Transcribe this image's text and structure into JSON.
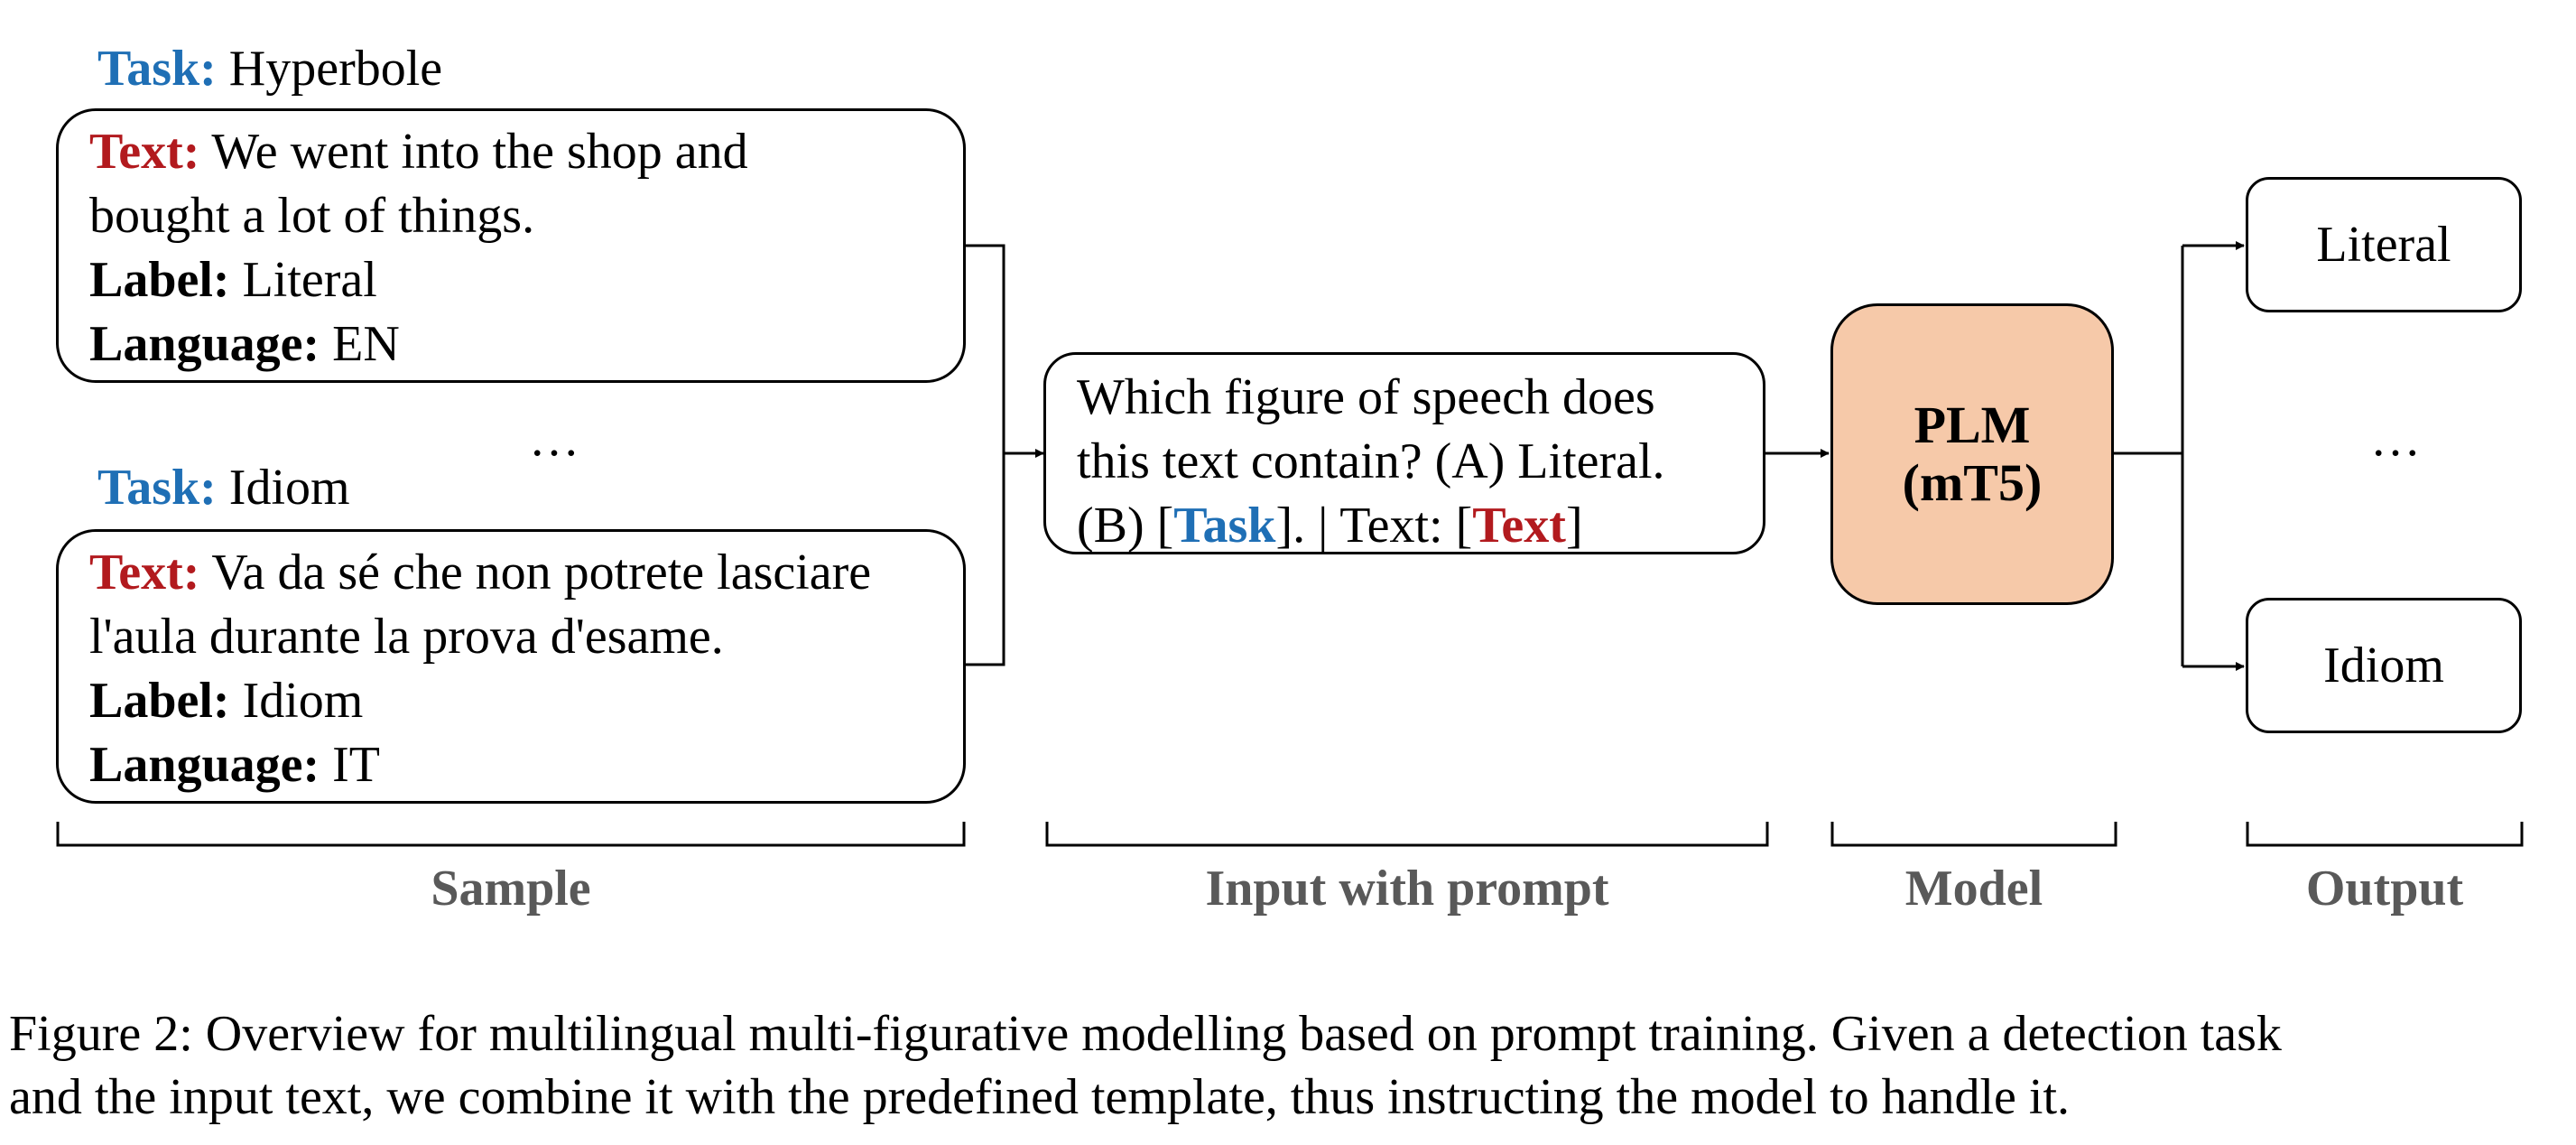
{
  "task_key": "Task:",
  "text_key": "Text:",
  "label_key": "Label:",
  "language_key": "Language:",
  "samples": [
    {
      "task": "Hyperbole",
      "text_line1": "We went into the shop and",
      "text_line2": "bought a lot of things.",
      "label": "Literal",
      "language": "EN"
    },
    {
      "task": "Idiom",
      "text_line1": "Va da sé che non potrete lasciare",
      "text_line2": "l'aula durante la prova d'esame.",
      "label": "Idiom",
      "language": "IT"
    }
  ],
  "ellipsis": "…",
  "prompt": {
    "line1": "Which figure of speech does",
    "line2": "this text contain? (A) Literal.",
    "line3_prefix": "(B) [",
    "task_placeholder": "Task",
    "line3_mid": "]. | Text: [",
    "text_placeholder": "Text",
    "line3_suffix": "]"
  },
  "model": {
    "line1": "PLM",
    "line2": "(mT5)",
    "fill_color": "#f6c9a9"
  },
  "outputs": [
    "Literal",
    "Idiom"
  ],
  "sections": [
    "Sample",
    "Input with prompt",
    "Model",
    "Output"
  ],
  "caption": {
    "line1": "Figure 2: Overview for multilingual multi-figurative modelling based on prompt training. Given a detection task",
    "line2": "and the input text, we combine it with the predefined template, thus instructing the model to handle it."
  },
  "colors": {
    "task_blue": "#1f6fb5",
    "text_red": "#b21a1e",
    "section_gray": "#595959"
  }
}
